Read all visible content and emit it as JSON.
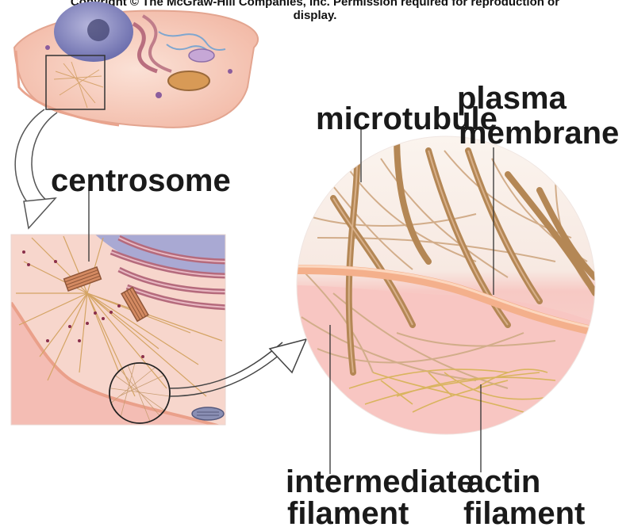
{
  "copyright": {
    "line1": "Copyright © The McGraw-Hill Companies, Inc. Permission required for reproduction or",
    "line2": "display."
  },
  "labels": {
    "centrosome": "centrosome",
    "microtubule": "microtubule",
    "plasma_membrane_line1": "plasma",
    "plasma_membrane_line2": "membrane",
    "intermediate_line1": "intermediate",
    "intermediate_line2": "filament",
    "actin_line1": "actin",
    "actin_line2": "filament"
  },
  "colors": {
    "microtubule": "#b58a5a",
    "intermediate": "#c9a47e",
    "actin": "#d8b35a",
    "cytoplasm": "#f4c7bf",
    "membrane": "#efb28e",
    "nucleus": "#8d8fc4",
    "er": "#b66a7a"
  }
}
